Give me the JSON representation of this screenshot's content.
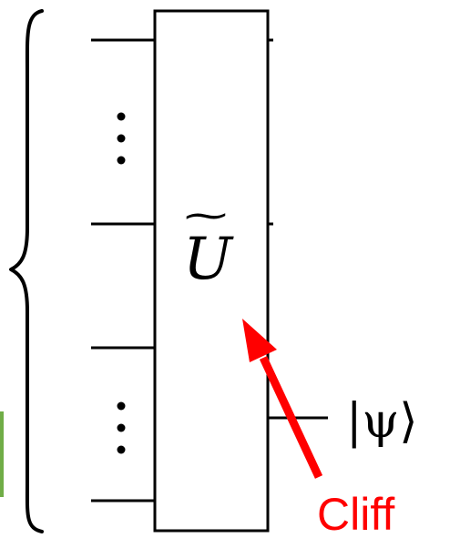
{
  "gate": {
    "symbol": "U",
    "accent": "~"
  },
  "output": {
    "ket": "|ψ⟩"
  },
  "annotation": {
    "label": "Cliff",
    "color": "#ff0000"
  },
  "colors": {
    "line": "#000000",
    "arrow": "#ff0000",
    "green_bar": "#70ad47"
  }
}
